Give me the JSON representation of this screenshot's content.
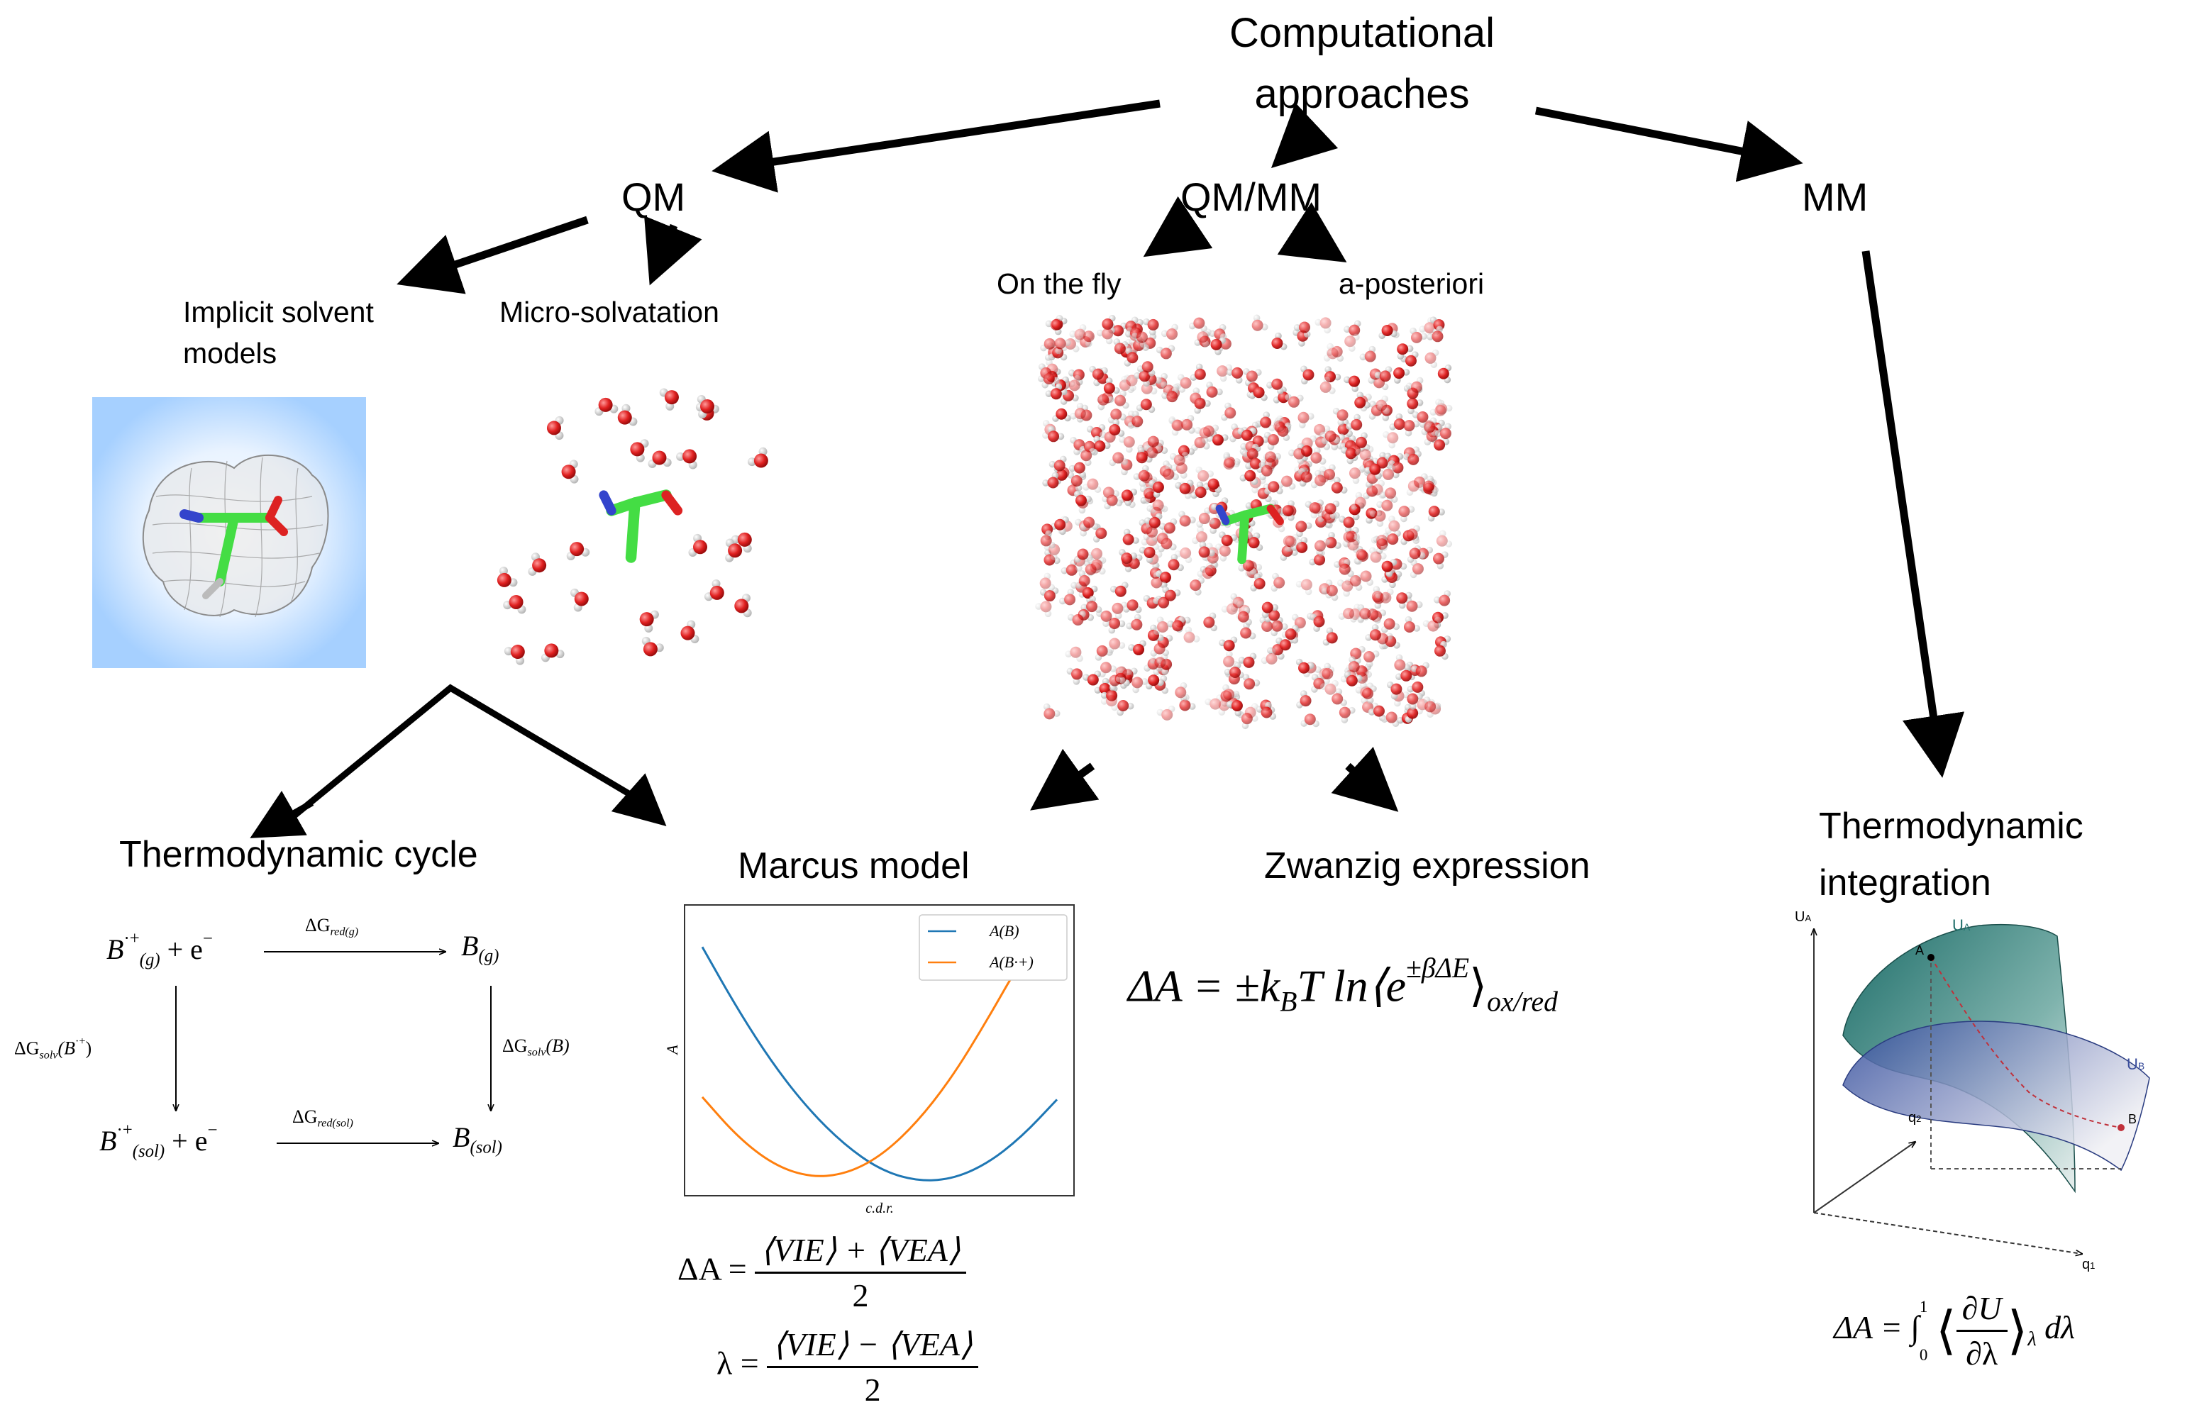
{
  "title_line1": "Computational",
  "title_line2": "approaches",
  "branches": {
    "qm": "QM",
    "qmmm": "QM/MM",
    "mm": "MM"
  },
  "qm_sub": {
    "implicit_line1": "Implicit solvent",
    "implicit_line2": "models",
    "micro": "Micro-solvatation"
  },
  "qmmm_sub": {
    "onthefly": "On the fly",
    "aposteriori": "a-posteriori"
  },
  "methods": {
    "thermo_cycle": "Thermodynamic cycle",
    "marcus": "Marcus model",
    "zwanzig": "Zwanzig expression",
    "ti_line1": "Thermodynamic",
    "ti_line2": "integration"
  },
  "chart_data": {
    "type": "line",
    "xlabel": "c.d.r.",
    "ylabel": "A",
    "grid": false,
    "legend_position": "top-right",
    "series": [
      {
        "name": "A(B)",
        "color": "#1f77b4",
        "x": [
          0.0,
          0.1,
          0.2,
          0.3,
          0.4,
          0.5,
          0.6,
          0.7,
          0.8,
          0.9,
          1.0
        ],
        "y": [
          0.95,
          0.7,
          0.48,
          0.3,
          0.16,
          0.06,
          0.015,
          0.02,
          0.08,
          0.19,
          0.34
        ]
      },
      {
        "name": "A(B·+)",
        "color": "#ff7f0e",
        "x": [
          0.0,
          0.1,
          0.2,
          0.3,
          0.4,
          0.5,
          0.6,
          0.7,
          0.8,
          0.9,
          1.0
        ],
        "y": [
          0.35,
          0.19,
          0.08,
          0.03,
          0.04,
          0.11,
          0.24,
          0.42,
          0.65,
          0.9,
          1.05
        ]
      }
    ]
  },
  "ti_figure": {
    "axis_u": "U",
    "axis_u_sub": "A",
    "surface_a": "U",
    "surface_a_sub": "A",
    "surface_b": "U",
    "surface_b_sub": "B",
    "point_a": "A",
    "point_b": "B",
    "axis_q2": "q",
    "axis_q2_sub": "2",
    "axis_q1": "q",
    "axis_q1_sub": "1",
    "color_a": "#1f6e6a",
    "color_b": "#3a4e9c"
  },
  "cycle": {
    "tl": "B",
    "tl_sup": "·+",
    "tl_sub": "(g)",
    "tl_tail": " + e",
    "tl_tail_sup": "−",
    "tr": "B",
    "tr_sub": "(g)",
    "bl": "B",
    "bl_sup": "·+",
    "bl_sub": "(sol)",
    "bl_tail": " + e",
    "bl_tail_sup": "−",
    "br": "B",
    "br_sub": "(sol)",
    "top_arrow": "ΔG",
    "top_arrow_sub": "red(g)",
    "bottom_arrow": "ΔG",
    "bottom_arrow_sub": "red(sol)",
    "left_arrow": "ΔG",
    "left_arrow_sub": "solv",
    "left_arrow_arg": "(B",
    "left_arrow_arg_sup": "·+",
    "left_arrow_close": ")",
    "right_arrow": "ΔG",
    "right_arrow_sub": "solv",
    "right_arrow_arg": "(B)"
  },
  "marcus_eq": {
    "dA": "ΔA =",
    "dA_num": "⟨VIE⟩ + ⟨VEA⟩",
    "dA_den": "2",
    "lam": "λ =",
    "lam_num": "⟨VIE⟩ − ⟨VEA⟩",
    "lam_den": "2"
  },
  "zwanzig_eq": {
    "lhs": "ΔA = ±k",
    "kb_sub": "B",
    "mid": "T ln⟨e",
    "exp": "±βΔE",
    "close": "⟩",
    "sub": "ox/red"
  },
  "ti_eq": {
    "lhs": "ΔA = ∫",
    "lower": "0",
    "upper": "1",
    "num": "∂U",
    "den": "∂λ",
    "sub": "λ",
    "tail": "dλ"
  }
}
